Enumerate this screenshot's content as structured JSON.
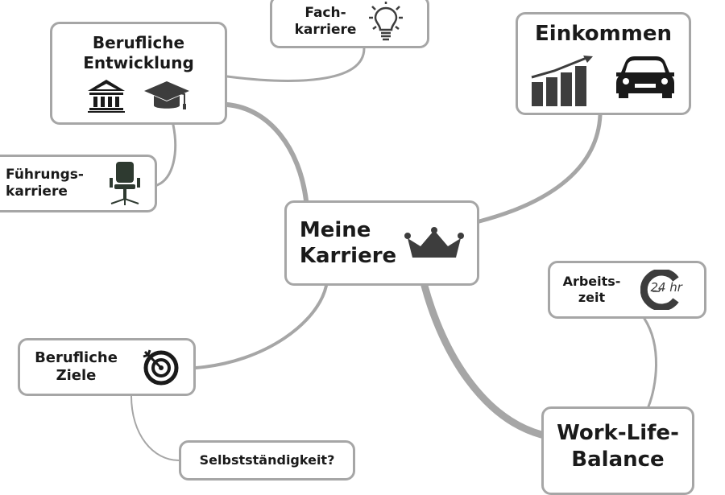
{
  "center": {
    "label": "Meine\nKarriere",
    "icon": "crown-icon"
  },
  "nodes": {
    "fachkarriere": {
      "label": "Fach-\nkarriere",
      "icon": "lightbulb-icon"
    },
    "entwicklung": {
      "label": "Berufliche\nEntwicklung",
      "icons": [
        "bank-icon",
        "graduation-cap-icon"
      ]
    },
    "einkommen": {
      "label": "Einkommen",
      "icons": [
        "rising-chart-icon",
        "car-icon"
      ]
    },
    "fuehrung": {
      "label": "Führungs-\nkarriere",
      "icon": "office-chair-icon"
    },
    "arbeitszeit": {
      "label": "Arbeits-\nzeit",
      "icon": "clock-24hr-icon",
      "icon_text": "24 hr"
    },
    "ziele": {
      "label": "Berufliche\nZiele",
      "icon": "target-icon"
    },
    "selbst": {
      "label": "Selbstständigkeit?"
    },
    "wlb": {
      "label": "Work-Life-\nBalance"
    }
  },
  "colors": {
    "line": "#a6a6a6",
    "icon": "#3d3d3d",
    "text": "#1a1a1a"
  }
}
